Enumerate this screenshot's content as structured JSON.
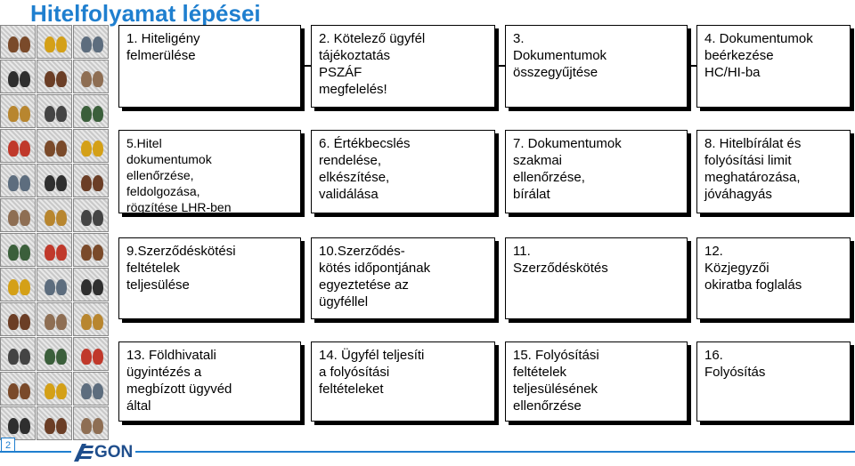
{
  "title": "Hitelfolyamat lépései",
  "page_number": "2",
  "logo_text": "GON",
  "colors": {
    "title": "#1f7fcf",
    "logo": "#1f4e8c",
    "border": "#000000"
  },
  "steps": [
    "1. Hiteligény\nfelmerülése",
    "2. Kötelező ügyfél\ntájékoztatás\nPSZÁF\nmegfelelés!",
    "3.\nDokumentumok\nösszegyűjtése",
    "4. Dokumentumok\nbeérkezése\nHC/HI-ba",
    "5.Hitel\ndokumentumok\nellenőrzése,\nfeldolgozása,\nrögzítése LHR-ben",
    "6. Értékbecslés\nrendelése,\nelkészítése,\nvalidálása",
    "7. Dokumentumok\nszakmai\nellenőrzése,\nbírálat",
    "8. Hitelbírálat és\nfolyósítási limit\nmeghatározása,\njóváhagyás",
    "9.Szerződéskötési\nfeltételek\nteljesülése",
    "10.Szerződés-\nkötés időpontjának\negyeztetése az\nügyféllel",
    "11.\nSzerződéskötés",
    "12.\nKözjegyzői\nokiratba foglalás",
    "13. Földhivatali\nügyintézés a\nmegbízott ügyvéd\náltal",
    "14. Ügyfél teljesíti\na folyósítási\nfeltételeket",
    "15. Folyósítási\nfeltételek\nteljesülésének\nellenőrzése",
    "16.\nFolyósítás"
  ]
}
